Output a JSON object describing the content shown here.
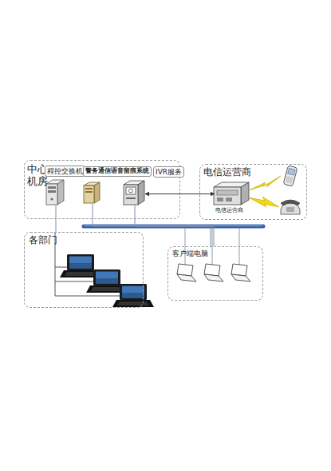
{
  "diagram": {
    "nodes": [
      {
        "text": [
          "中心 机房"
        ]
      },
      {
        "text": [
          "程控交换机"
        ],
        "in": 0
      },
      {
        "text": [
          "警务通信语音留痕系统"
        ],
        "in": 0
      },
      {
        "text": [
          "IVR服务"
        ],
        "in": 0
      },
      {
        "text": [
          "电信运营商"
        ]
      },
      {
        "text": [
          "电信运营商"
        ],
        "in": 4
      },
      {
        "text": [
          "各部门"
        ]
      },
      {
        "text": [
          "客户端电脑"
        ]
      }
    ],
    "edges": [
      {
        "from": 3,
        "to": 5,
        "arrow": "both"
      },
      {
        "from": 1,
        "to": 6,
        "arrow": "none"
      },
      {
        "from": 2,
        "to": 7,
        "arrow": "none"
      },
      {
        "from": 3,
        "to": 7,
        "arrow": "none"
      }
    ]
  }
}
